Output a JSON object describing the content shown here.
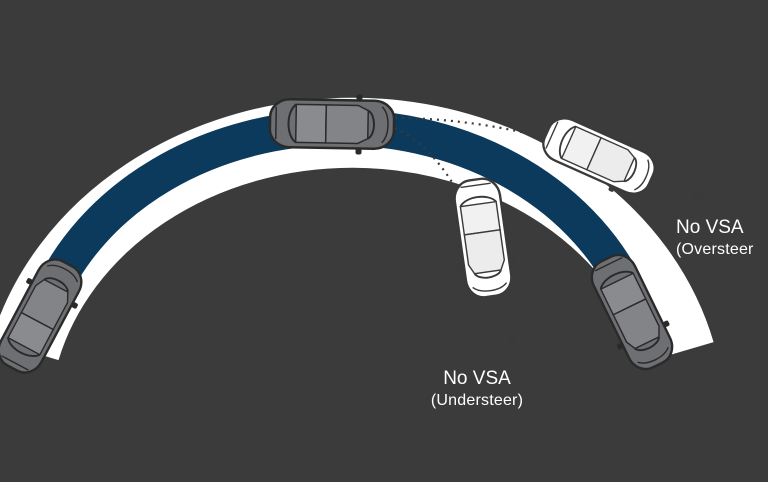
{
  "colors": {
    "background": "#3b3b3c",
    "road": "#ffffff",
    "path_stable": "#0b3a5c",
    "car_stable": "#6e6f72",
    "car_unstable": "#ffffff",
    "trajectory": "#3a3a3a"
  },
  "icons": {
    "stable_car": "car-top-view-icon",
    "unstable_car": "car-top-view-outline-icon",
    "trajectory_arrow": "dotted-arrow-icon"
  },
  "labels": {
    "understeer": {
      "main": "No VSA",
      "sub": "(Understeer)"
    },
    "oversteer": {
      "main": "No VSA",
      "sub": "(Oversteer"
    }
  }
}
